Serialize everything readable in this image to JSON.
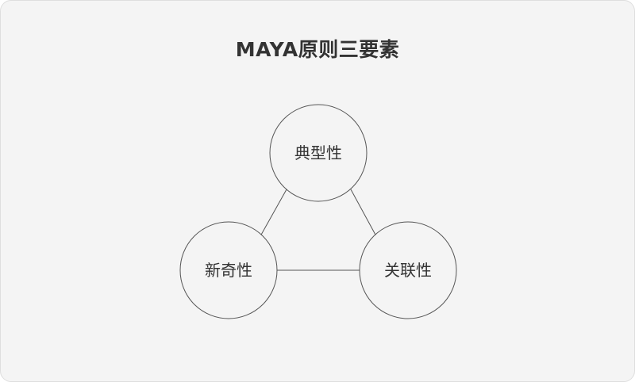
{
  "title": "MAYA原则三要素",
  "nodes": {
    "top": {
      "label": "典型性"
    },
    "left": {
      "label": "新奇性"
    },
    "right": {
      "label": "关联性"
    }
  },
  "colors": {
    "background": "#f4f4f4",
    "stroke": "#555555",
    "circle_fill": "#f4f4f4",
    "text": "#333333"
  }
}
